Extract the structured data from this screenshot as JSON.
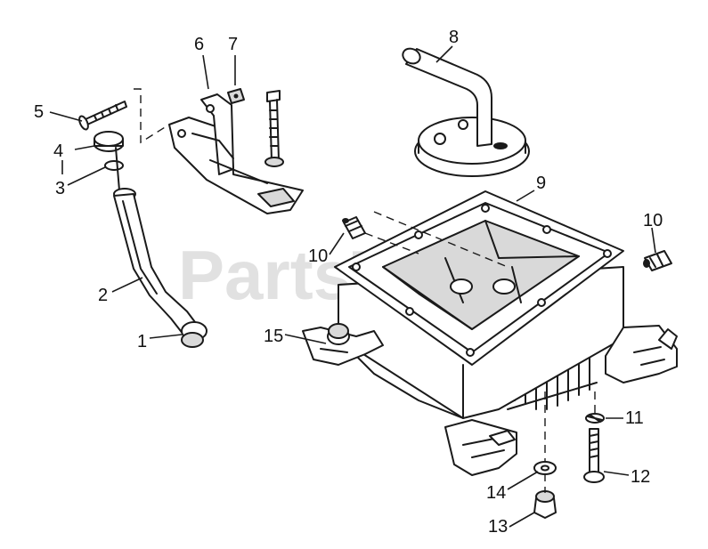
{
  "watermark": {
    "text": "PartsTree",
    "trademark": "™"
  },
  "callouts": {
    "c1": "1",
    "c2": "2",
    "c3": "3",
    "c4": "4",
    "c5": "5",
    "c6": "6",
    "c7": "7",
    "c8": "8",
    "c9": "9",
    "c10a": "10",
    "c10b": "10",
    "c11": "11",
    "c12": "12",
    "c13": "13",
    "c14": "14",
    "c15": "15"
  }
}
